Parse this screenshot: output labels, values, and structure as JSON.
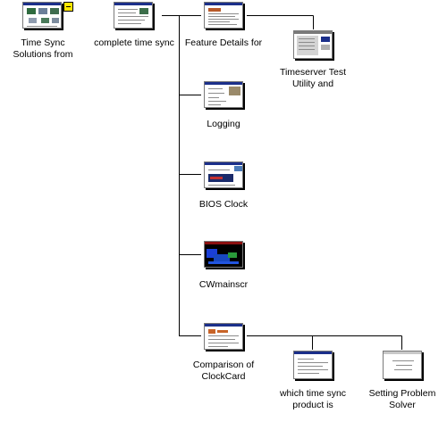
{
  "nodes": {
    "time_sync_solutions": {
      "label_1": "Time Sync",
      "label_2": "Solutions from"
    },
    "complete_time_sync": {
      "label_1": "complete time sync"
    },
    "feature_details": {
      "label_1": "Feature Details for"
    },
    "timeserver_test_utility": {
      "label_1": "Timeserver Test",
      "label_2": "Utility and"
    },
    "logging": {
      "label_1": "Logging"
    },
    "bios_clock": {
      "label_1": "BIOS Clock"
    },
    "cwmainscr": {
      "label_1": "CWmainscr"
    },
    "comparison_clockcard": {
      "label_1": "Comparison of",
      "label_2": "ClockCard"
    },
    "which_time_sync": {
      "label_1": "which time sync",
      "label_2": "product is"
    },
    "setting_problem_solver": {
      "label_1": "Setting Problem",
      "label_2": "Solver"
    }
  },
  "collapse_button": {
    "icon": "minus-icon",
    "color": "#ffe600"
  },
  "colors": {
    "connector": "#000000",
    "thumb_shadow": "#000000",
    "title_bar": "#1b2f8a"
  }
}
